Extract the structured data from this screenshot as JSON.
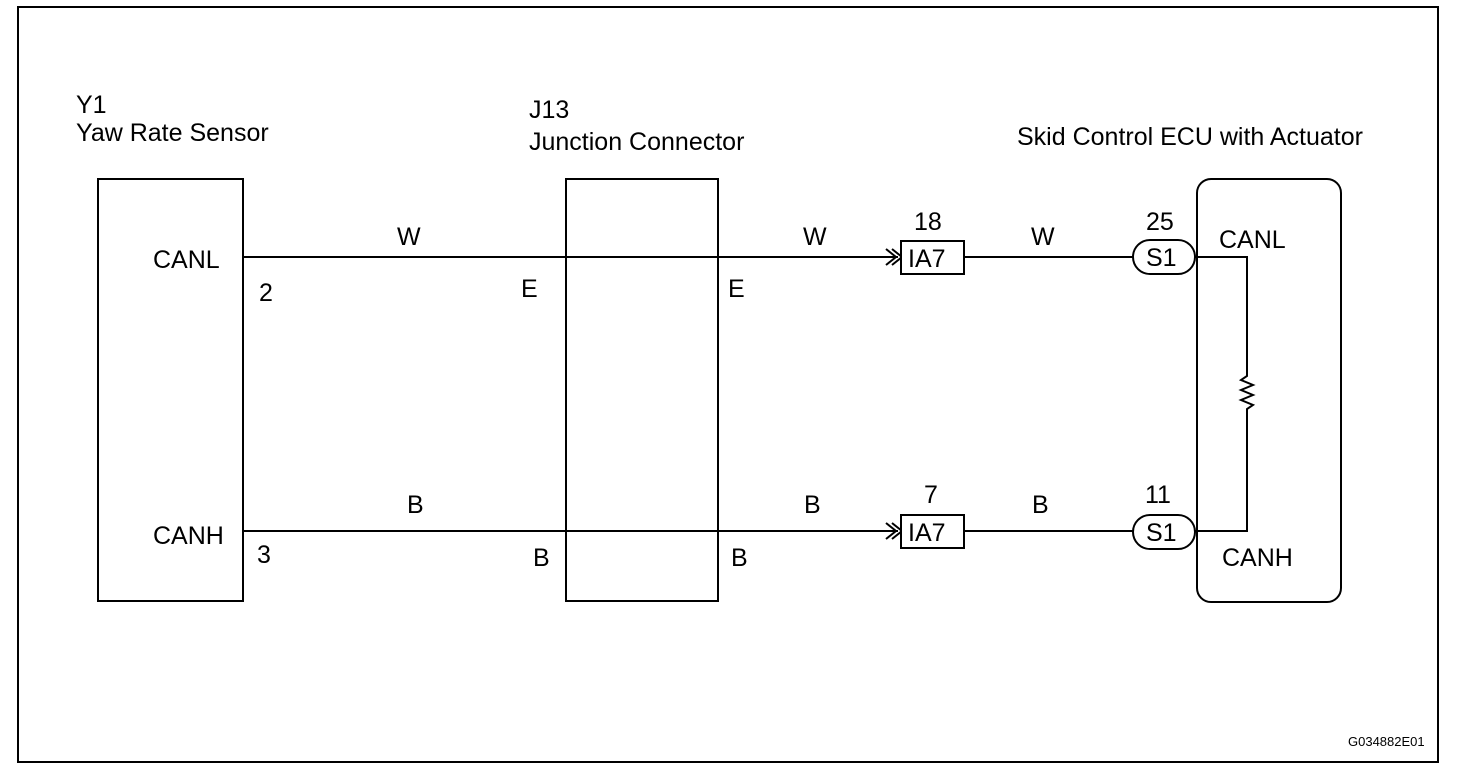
{
  "sensor": {
    "ref": "Y1",
    "name": "Yaw Rate Sensor",
    "pin_canl_label": "CANL",
    "pin_canl_num": "2",
    "pin_canh_label": "CANH",
    "pin_canh_num": "3"
  },
  "junction": {
    "ref": "J13",
    "name": "Junction Connector",
    "canl_left_pin": "E",
    "canl_right_pin": "E",
    "canh_left_pin": "B",
    "canh_right_pin": "B"
  },
  "ecu": {
    "name": "Skid Control ECU with Actuator",
    "canl_label": "CANL",
    "canh_label": "CANH",
    "canl_pin_num": "25",
    "canh_pin_num": "11",
    "connector": "S1"
  },
  "inline_connector": {
    "name": "IA7",
    "canl_pin": "18",
    "canh_pin": "7"
  },
  "wires": {
    "canl_color": "W",
    "canh_color": "B"
  },
  "figure_code": "G034882E01"
}
